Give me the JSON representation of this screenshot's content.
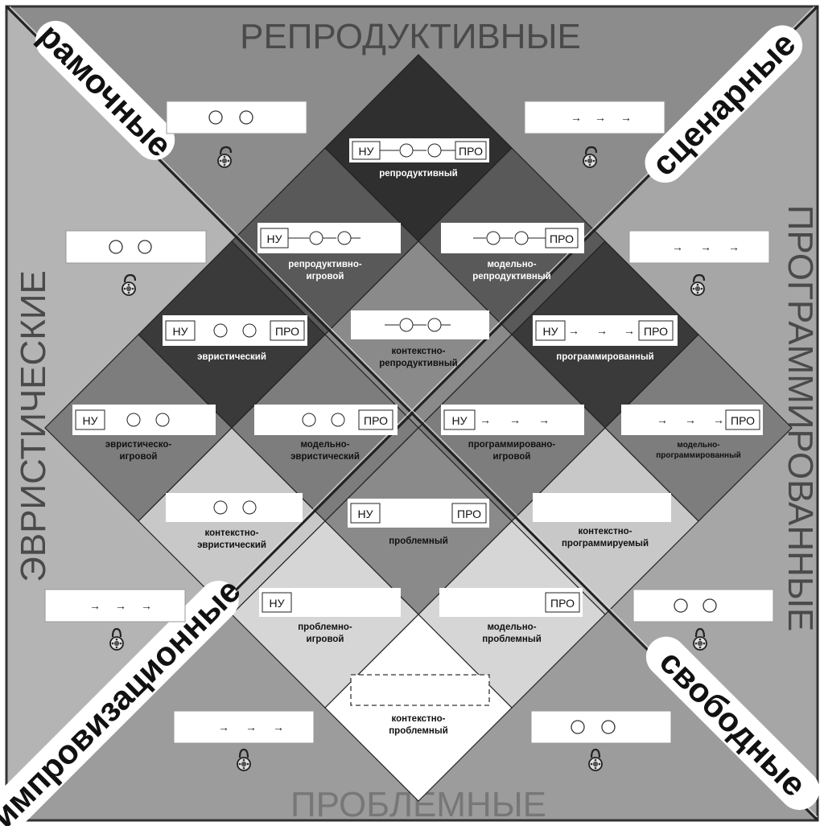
{
  "sides": {
    "top": "РЕПРОДУКТИВНЫЕ",
    "bottom": "ПРОБЛЕМНЫЕ",
    "left": "ЭВРИСТИЧЕСКИЕ",
    "right": "ПРОГРАММИРОВАННЫЕ"
  },
  "corners": {
    "top_left": "рамочные",
    "top_right": "сценарные",
    "bottom_left": "импровизационные",
    "bottom_right": "свободные"
  },
  "marks": {
    "start": "НУ",
    "end": "ПРО",
    "arrow": "→"
  },
  "cells": {
    "c1": "репродуктивный",
    "c2": "репродуктивно-",
    "c2b": "игровой",
    "c3": "модельно-",
    "c3b": "репродуктивный",
    "c4": "эвристический",
    "c5": "контекстно-",
    "c5b": "репродуктивный",
    "c6": "программированный",
    "c7": "эвристическо-",
    "c7b": "игровой",
    "c8": "модельно-",
    "c8b": "эвристический",
    "c9": "программировано-",
    "c9b": "игровой",
    "c10": "модельно-",
    "c10b": "программированный",
    "c11": "контекстно-",
    "c11b": "эвристический",
    "c12": "проблемный",
    "c13": "контекстно-",
    "c13b": "программируемый",
    "c14": "проблемно-",
    "c14b": "игровой",
    "c15": "модельно-",
    "c15b": "проблемный",
    "c16": "контекстно-",
    "c16b": "проблемный"
  },
  "colors": {
    "bg_top": "#8c8c8c",
    "bg_left": "#b4b4b4",
    "bg_right": "#a6a6a6",
    "bg_bottom": "#9c9c9c",
    "darkest": "#2f2f2f",
    "dark": "#595959",
    "medium": "#7d7d7d",
    "light": "#a8a8a8",
    "lighter": "#c8c8c8",
    "white": "#ffffff"
  }
}
